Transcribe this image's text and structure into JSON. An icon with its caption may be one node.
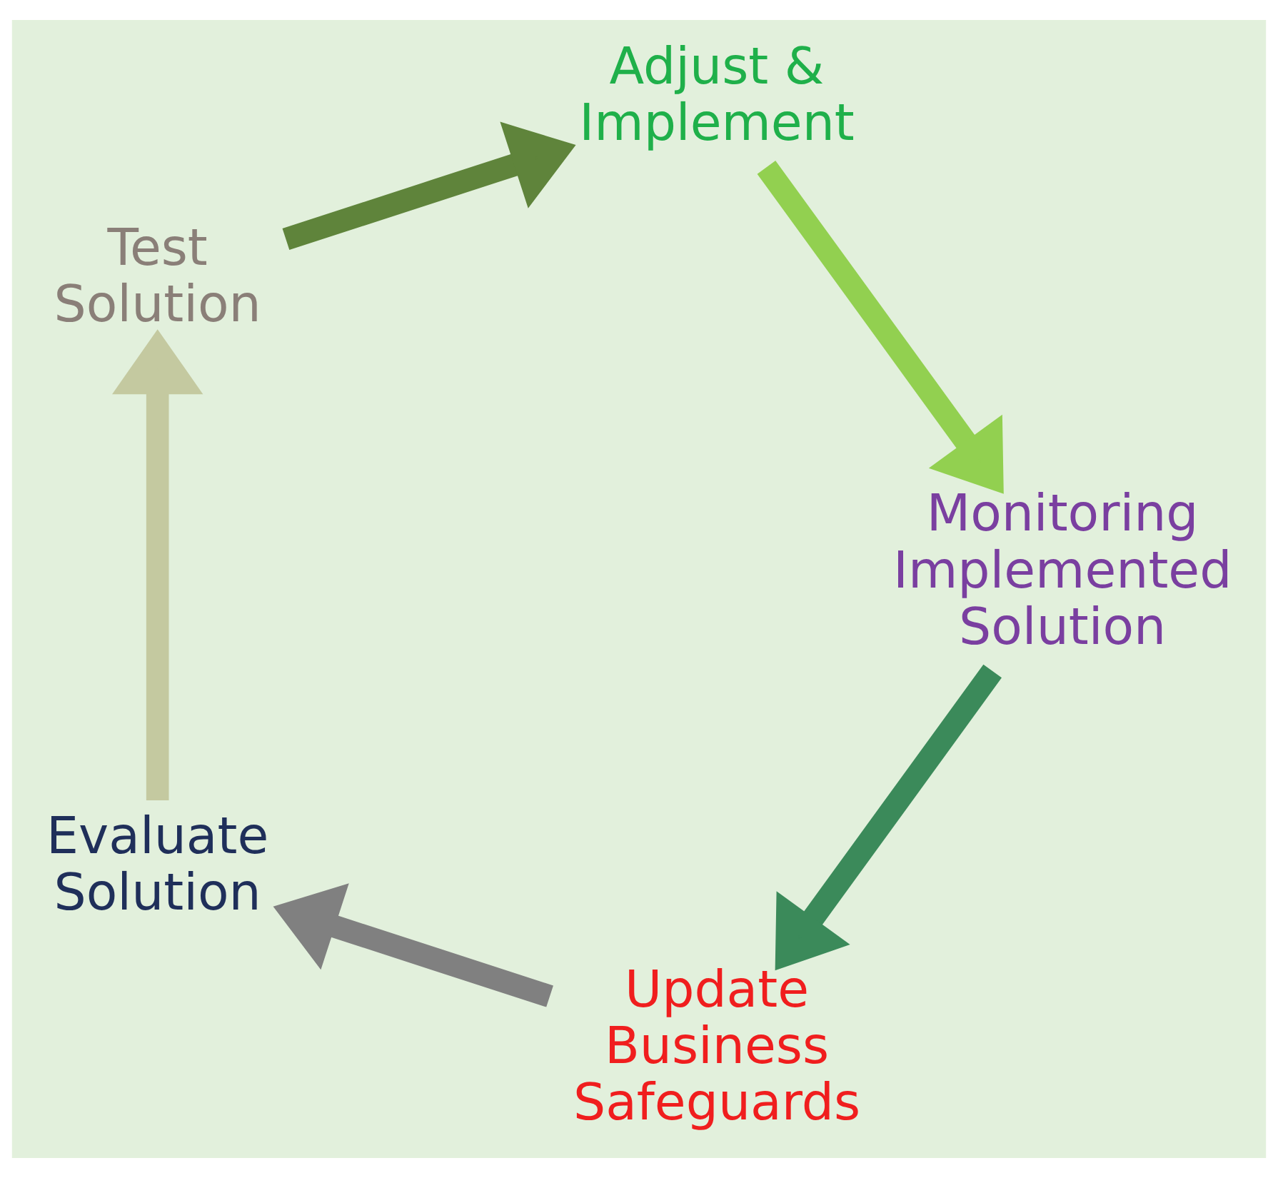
{
  "diagram": {
    "nodes": [
      {
        "text": [
          "Update Business Safeguards"
        ]
      },
      {
        "text": [
          "Evaluate Solution"
        ]
      },
      {
        "text": [
          "Test Solution"
        ]
      },
      {
        "text": [
          "Adjust & Implement"
        ]
      },
      {
        "text": [
          "Monitoring Implemented Solution"
        ]
      }
    ],
    "edges": [
      {
        "from": 0,
        "to": 1,
        "arrow": "to",
        "color": "#808080"
      },
      {
        "from": 1,
        "to": 2,
        "arrow": "to",
        "color": "#c4c9a0"
      },
      {
        "from": 2,
        "to": 3,
        "arrow": "to",
        "color": "#5f843b"
      },
      {
        "from": 3,
        "to": 4,
        "arrow": "to",
        "color": "#92d050"
      },
      {
        "from": 4,
        "to": 0,
        "arrow": "to",
        "color": "#3b8a5a"
      }
    ]
  }
}
